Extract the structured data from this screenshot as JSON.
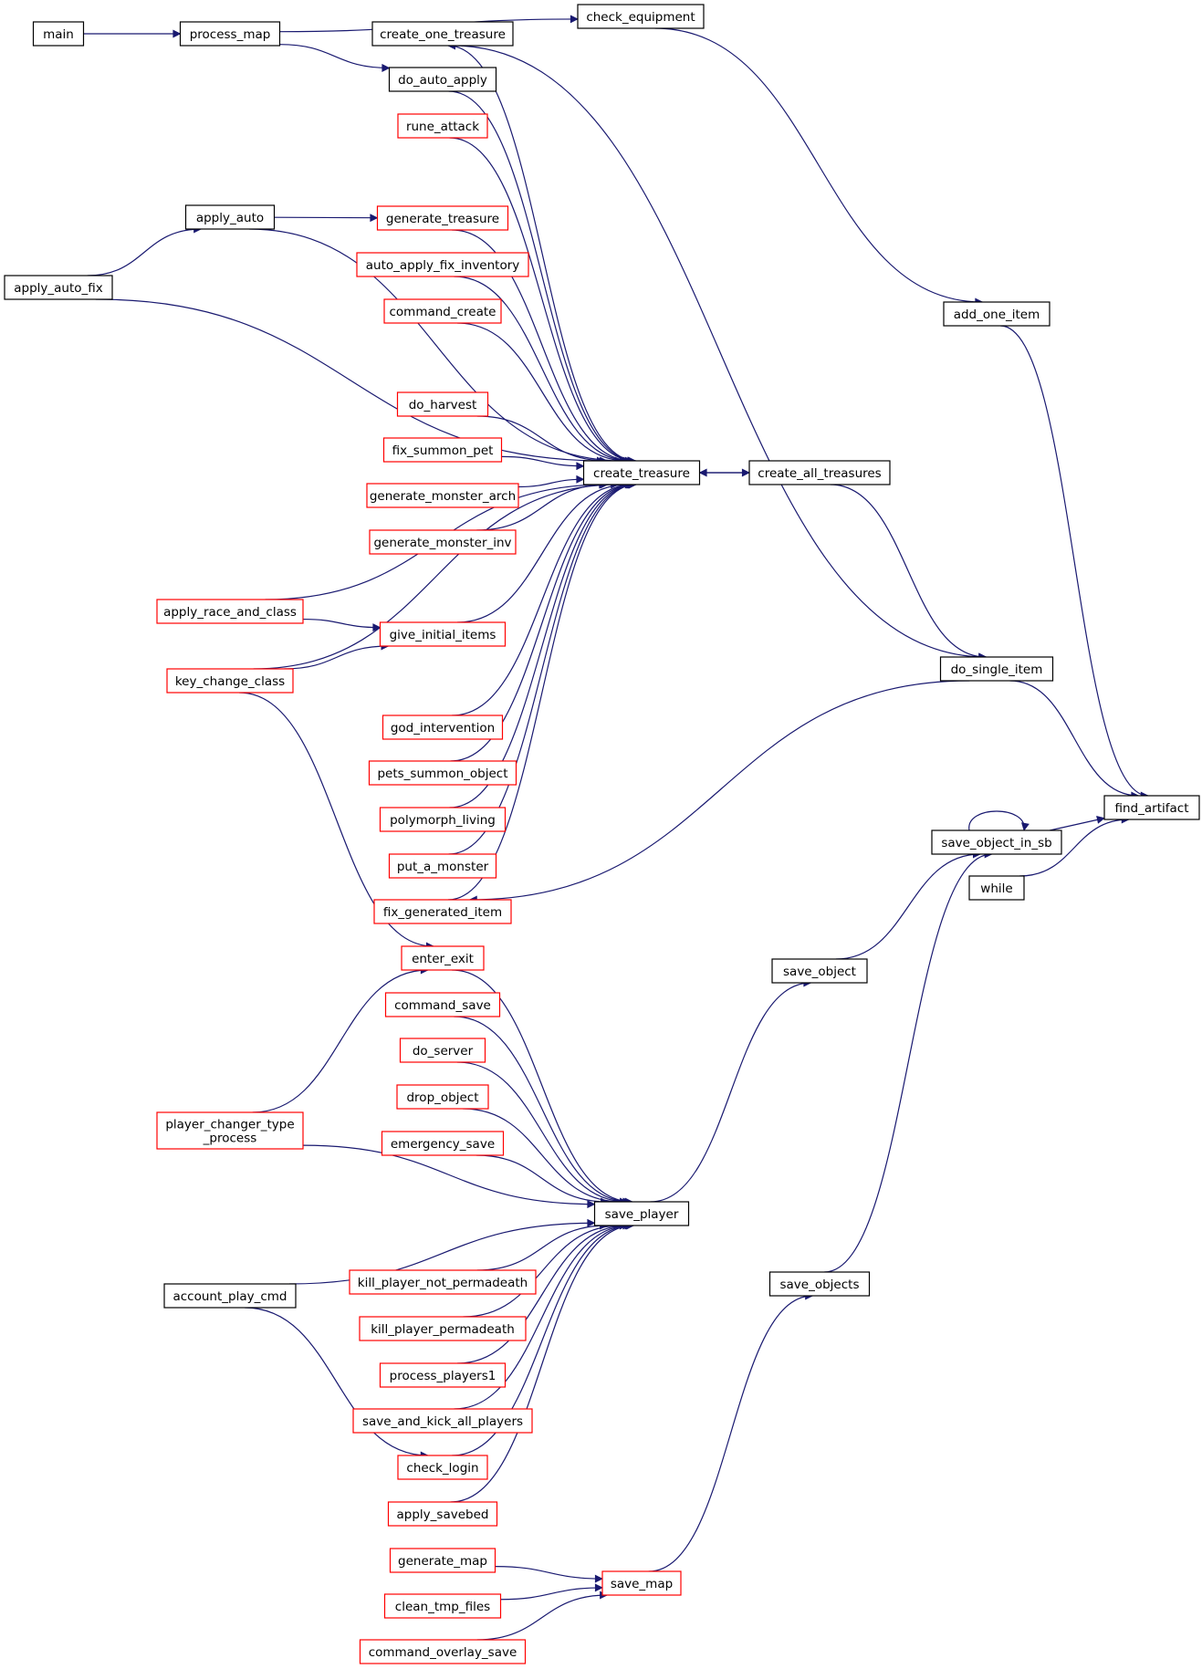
{
  "colors": {
    "edge": "#191970",
    "box_border_default": "#000000",
    "box_border_truncated": "#ff0000",
    "box_fill_default": "#ffffff",
    "box_fill_focus": "#bfbfbf"
  },
  "nodes": [
    {
      "id": "main",
      "label": "main",
      "style": "normal"
    },
    {
      "id": "process_map",
      "label": "process_map",
      "style": "normal"
    },
    {
      "id": "check_equipment",
      "label": "check_equipment",
      "style": "normal"
    },
    {
      "id": "create_one_treasure",
      "label": "create_one_treasure",
      "style": "normal"
    },
    {
      "id": "do_auto_apply",
      "label": "do_auto_apply",
      "style": "normal"
    },
    {
      "id": "rune_attack",
      "label": "rune_attack",
      "style": "truncated"
    },
    {
      "id": "apply_auto",
      "label": "apply_auto",
      "style": "normal"
    },
    {
      "id": "generate_treasure",
      "label": "generate_treasure",
      "style": "truncated"
    },
    {
      "id": "auto_apply_fix_inventory",
      "label": "auto_apply_fix_inventory",
      "style": "truncated"
    },
    {
      "id": "apply_auto_fix",
      "label": "apply_auto_fix",
      "style": "normal"
    },
    {
      "id": "command_create",
      "label": "command_create",
      "style": "truncated"
    },
    {
      "id": "add_one_item",
      "label": "add_one_item",
      "style": "normal"
    },
    {
      "id": "do_harvest",
      "label": "do_harvest",
      "style": "truncated"
    },
    {
      "id": "fix_summon_pet",
      "label": "fix_summon_pet",
      "style": "truncated"
    },
    {
      "id": "create_treasure",
      "label": "create_treasure",
      "style": "normal"
    },
    {
      "id": "create_all_treasures",
      "label": "create_all_treasures",
      "style": "normal"
    },
    {
      "id": "generate_monster_arch",
      "label": "generate_monster_arch",
      "style": "truncated"
    },
    {
      "id": "generate_monster_inv",
      "label": "generate_monster_inv",
      "style": "truncated"
    },
    {
      "id": "apply_race_and_class",
      "label": "apply_race_and_class",
      "style": "truncated"
    },
    {
      "id": "give_initial_items",
      "label": "give_initial_items",
      "style": "truncated"
    },
    {
      "id": "key_change_class",
      "label": "key_change_class",
      "style": "truncated"
    },
    {
      "id": "do_single_item",
      "label": "do_single_item",
      "style": "normal"
    },
    {
      "id": "god_intervention",
      "label": "god_intervention",
      "style": "truncated"
    },
    {
      "id": "pets_summon_object",
      "label": "pets_summon_object",
      "style": "truncated"
    },
    {
      "id": "find_artifact",
      "label": "find_artifact",
      "style": "focus"
    },
    {
      "id": "polymorph_living",
      "label": "polymorph_living",
      "style": "truncated"
    },
    {
      "id": "save_object_in_sb",
      "label": "save_object_in_sb",
      "style": "normal"
    },
    {
      "id": "put_a_monster",
      "label": "put_a_monster",
      "style": "truncated"
    },
    {
      "id": "while",
      "label": "while",
      "style": "normal"
    },
    {
      "id": "fix_generated_item",
      "label": "fix_generated_item",
      "style": "truncated"
    },
    {
      "id": "enter_exit",
      "label": "enter_exit",
      "style": "truncated"
    },
    {
      "id": "save_object",
      "label": "save_object",
      "style": "normal"
    },
    {
      "id": "command_save",
      "label": "command_save",
      "style": "truncated"
    },
    {
      "id": "do_server",
      "label": "do_server",
      "style": "truncated"
    },
    {
      "id": "drop_object",
      "label": "drop_object",
      "style": "truncated"
    },
    {
      "id": "player_changer_type_process",
      "label": "player_changer_type\n_process",
      "style": "truncated"
    },
    {
      "id": "emergency_save",
      "label": "emergency_save",
      "style": "truncated"
    },
    {
      "id": "save_player",
      "label": "save_player",
      "style": "normal"
    },
    {
      "id": "kill_player_not_permadeath",
      "label": "kill_player_not_permadeath",
      "style": "truncated"
    },
    {
      "id": "save_objects",
      "label": "save_objects",
      "style": "normal"
    },
    {
      "id": "account_play_cmd",
      "label": "account_play_cmd",
      "style": "normal"
    },
    {
      "id": "kill_player_permadeath",
      "label": "kill_player_permadeath",
      "style": "truncated"
    },
    {
      "id": "process_players1",
      "label": "process_players1",
      "style": "truncated"
    },
    {
      "id": "save_and_kick_all_players",
      "label": "save_and_kick_all_players",
      "style": "truncated"
    },
    {
      "id": "check_login",
      "label": "check_login",
      "style": "truncated"
    },
    {
      "id": "apply_savebed",
      "label": "apply_savebed",
      "style": "truncated"
    },
    {
      "id": "generate_map",
      "label": "generate_map",
      "style": "truncated"
    },
    {
      "id": "save_map",
      "label": "save_map",
      "style": "truncated"
    },
    {
      "id": "clean_tmp_files",
      "label": "clean_tmp_files",
      "style": "truncated"
    },
    {
      "id": "command_overlay_save",
      "label": "command_overlay_save",
      "style": "truncated"
    }
  ],
  "edges": [
    [
      "main",
      "process_map"
    ],
    [
      "process_map",
      "check_equipment"
    ],
    [
      "process_map",
      "do_auto_apply"
    ],
    [
      "check_equipment",
      "add_one_item"
    ],
    [
      "add_one_item",
      "find_artifact"
    ],
    [
      "create_one_treasure",
      "do_single_item"
    ],
    [
      "do_single_item",
      "find_artifact"
    ],
    [
      "do_single_item",
      "fix_generated_item"
    ],
    [
      "create_treasure",
      "create_one_treasure"
    ],
    [
      "create_treasure",
      "create_all_treasures"
    ],
    [
      "create_all_treasures",
      "create_treasure"
    ],
    [
      "create_all_treasures",
      "do_single_item"
    ],
    [
      "do_auto_apply",
      "create_treasure"
    ],
    [
      "rune_attack",
      "create_treasure"
    ],
    [
      "apply_auto",
      "create_treasure"
    ],
    [
      "apply_auto",
      "generate_treasure"
    ],
    [
      "generate_treasure",
      "create_treasure"
    ],
    [
      "auto_apply_fix_inventory",
      "create_treasure"
    ],
    [
      "apply_auto_fix",
      "apply_auto"
    ],
    [
      "apply_auto_fix",
      "create_treasure"
    ],
    [
      "command_create",
      "create_treasure"
    ],
    [
      "do_harvest",
      "create_treasure"
    ],
    [
      "fix_summon_pet",
      "create_treasure"
    ],
    [
      "generate_monster_arch",
      "create_treasure"
    ],
    [
      "generate_monster_inv",
      "create_treasure"
    ],
    [
      "apply_race_and_class",
      "create_treasure"
    ],
    [
      "apply_race_and_class",
      "give_initial_items"
    ],
    [
      "give_initial_items",
      "create_treasure"
    ],
    [
      "key_change_class",
      "give_initial_items"
    ],
    [
      "key_change_class",
      "create_treasure"
    ],
    [
      "key_change_class",
      "enter_exit"
    ],
    [
      "god_intervention",
      "create_treasure"
    ],
    [
      "pets_summon_object",
      "create_treasure"
    ],
    [
      "polymorph_living",
      "create_treasure"
    ],
    [
      "put_a_monster",
      "create_treasure"
    ],
    [
      "fix_generated_item",
      "create_treasure"
    ],
    [
      "save_object_in_sb",
      "find_artifact"
    ],
    [
      "save_object_in_sb",
      "save_object_in_sb"
    ],
    [
      "while",
      "find_artifact"
    ],
    [
      "save_object",
      "save_object_in_sb"
    ],
    [
      "save_objects",
      "save_object_in_sb"
    ],
    [
      "save_player",
      "save_object"
    ],
    [
      "save_map",
      "save_objects"
    ],
    [
      "enter_exit",
      "save_player"
    ],
    [
      "command_save",
      "save_player"
    ],
    [
      "do_server",
      "save_player"
    ],
    [
      "drop_object",
      "save_player"
    ],
    [
      "player_changer_type_process",
      "save_player"
    ],
    [
      "player_changer_type_process",
      "enter_exit"
    ],
    [
      "emergency_save",
      "save_player"
    ],
    [
      "account_play_cmd",
      "save_player"
    ],
    [
      "account_play_cmd",
      "check_login"
    ],
    [
      "kill_player_not_permadeath",
      "save_player"
    ],
    [
      "kill_player_permadeath",
      "save_player"
    ],
    [
      "process_players1",
      "save_player"
    ],
    [
      "save_and_kick_all_players",
      "save_player"
    ],
    [
      "check_login",
      "save_player"
    ],
    [
      "apply_savebed",
      "save_player"
    ],
    [
      "generate_map",
      "save_map"
    ],
    [
      "clean_tmp_files",
      "save_map"
    ],
    [
      "command_overlay_save",
      "save_map"
    ]
  ]
}
